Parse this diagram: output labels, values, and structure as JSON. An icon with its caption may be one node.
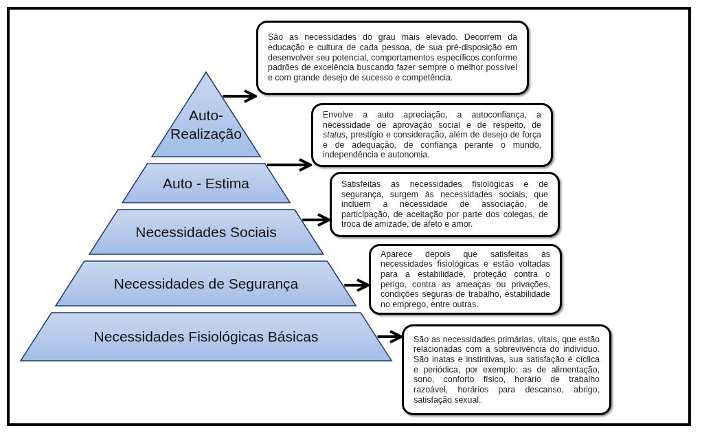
{
  "diagram": {
    "nodes": [
      {
        "text": [
          "Auto-Realização"
        ]
      },
      {
        "text": [
          "Auto - Estima"
        ]
      },
      {
        "text": [
          "Necessidades Sociais"
        ]
      },
      {
        "text": [
          "Necessidades de Segurança"
        ]
      },
      {
        "text": [
          "Necessidades Fisiológicas Básicas"
        ]
      },
      {
        "text": [
          "São as necessidades do grau mais elevado. Decorrem da educação e cultura de cada pessoa, de sua pré-disposição em desenvolver seu potencial, comportamentos específicos conforme padrões de excelência buscando fazer sempre o melhor possível e com grande desejo de sucesso e competência."
        ]
      },
      {
        "text": [
          "Envolve a auto apreciação, a autoconfiança, a necessidade de aprovação social e de respeito, de *status*, prestígio e consideração, além de desejo de força e de adequação, de confiança perante o mundo, independência e autonomia."
        ]
      },
      {
        "text": [
          "Satisfeitas as necessidades fisiológicas e de segurança, surgem às necessidades sociais, que incluem a necessidade de associação, de participação, de aceitação por parte dos colegas, de troca de amizade, de afeto e amor."
        ]
      },
      {
        "text": [
          "Aparece depois que satisfeitas às necessidades fisiológicas e estão voltadas para a estabilidade, proteção contra o perigo, contra as ameaças ou privações, condições seguras de trabalho, estabilidade no emprego, entre outras."
        ]
      },
      {
        "text": [
          "São as necessidades primárias, vitais, que estão relacionadas com a sobrevivência do indivíduo. São inatas e instintivas, sua satisfação é cíclica e periódica, por exemplo: as de alimentação, sono, conforto físico, horário de trabalho razoável, horários para descanso, abrigo, satisfação sexual."
        ]
      }
    ],
    "edges": [
      {
        "from": 0,
        "to": 5,
        "arrow": "to"
      },
      {
        "from": 1,
        "to": 6,
        "arrow": "to"
      },
      {
        "from": 2,
        "to": 7,
        "arrow": "to"
      },
      {
        "from": 3,
        "to": 8,
        "arrow": "to"
      },
      {
        "from": 4,
        "to": 9,
        "arrow": "to"
      }
    ]
  }
}
